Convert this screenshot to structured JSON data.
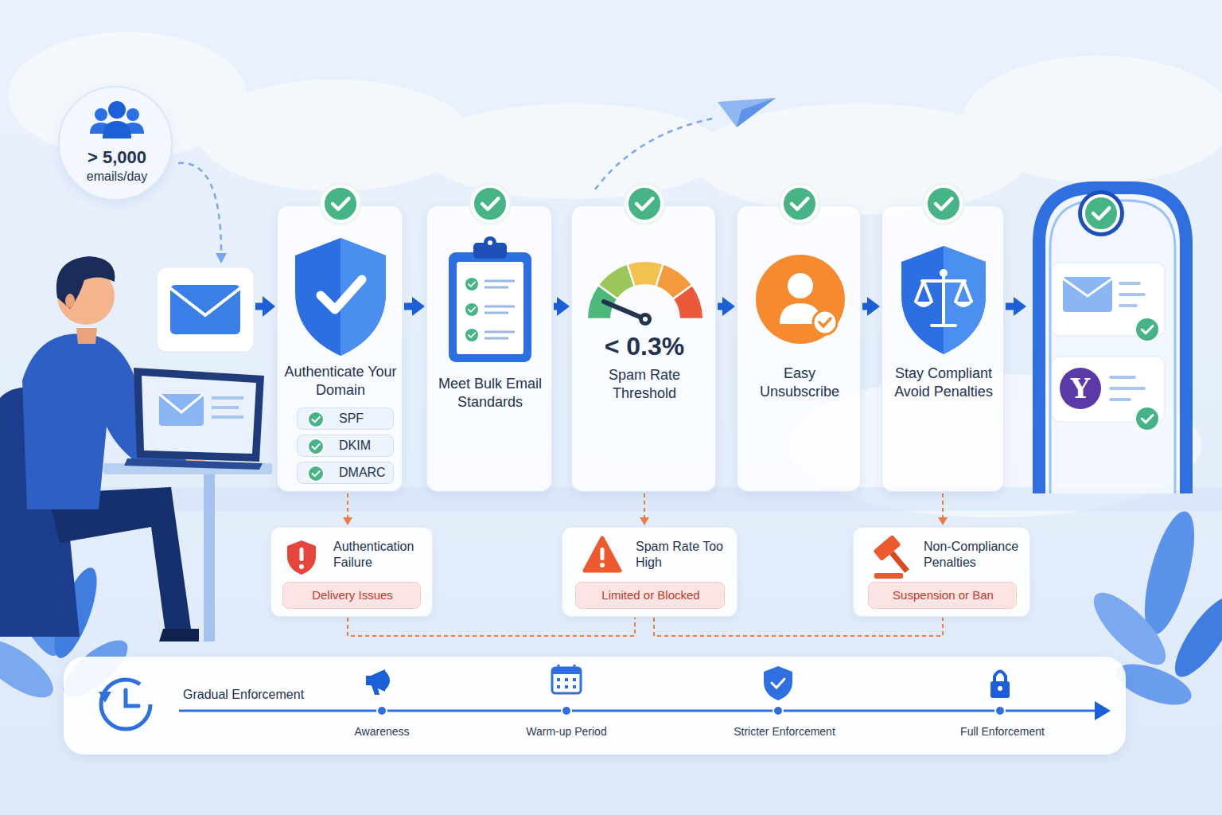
{
  "diagram": {
    "nodes": [
      {
        "text": [
          "> 5,000",
          "emails/day"
        ]
      },
      {
        "text": [
          "Authenticate Your Domain"
        ]
      },
      {
        "text": [
          "SPF"
        ],
        "in": 1
      },
      {
        "text": [
          "DKIM"
        ],
        "in": 1
      },
      {
        "text": [
          "DMARC"
        ],
        "in": 1
      },
      {
        "text": [
          "Meet Bulk Email Standards"
        ]
      },
      {
        "text": [
          "< 0.3%",
          "Spam Rate Threshold"
        ]
      },
      {
        "text": [
          "Easy Unsubscribe"
        ]
      },
      {
        "text": [
          "Stay Compliant Avoid Penalties"
        ]
      },
      {
        "text": [
          "Y"
        ]
      },
      {
        "text": [
          "Authentication Failure"
        ]
      },
      {
        "text": [
          "Delivery Issues"
        ],
        "in": 10
      },
      {
        "text": [
          "Spam Rate Too High"
        ]
      },
      {
        "text": [
          "Limited or Blocked"
        ],
        "in": 12
      },
      {
        "text": [
          "Non-Compliance Penalties"
        ]
      },
      {
        "text": [
          "Suspension or Ban"
        ],
        "in": 14
      },
      {
        "text": [
          "Gradual Enforcement"
        ]
      }
    ],
    "edges": [
      {
        "from": 1,
        "to": 5,
        "arrow": "to"
      },
      {
        "from": 5,
        "to": 6,
        "arrow": "to"
      },
      {
        "from": 6,
        "to": 7,
        "arrow": "to"
      },
      {
        "from": 7,
        "to": 8,
        "arrow": "to"
      },
      {
        "from": 8,
        "to": 9,
        "arrow": "to"
      },
      {
        "from": 1,
        "to": 10,
        "arrow": "to"
      },
      {
        "from": 6,
        "to": 12,
        "arrow": "to"
      },
      {
        "from": 8,
        "to": 14,
        "arrow": "to"
      },
      {
        "from": 10,
        "to": 12,
        "arrow": "none"
      },
      {
        "from": 12,
        "to": 14,
        "arrow": "none"
      }
    ],
    "labels": [
      "Awareness",
      "Warm-up Period",
      "Stricter Enforcement",
      "Full Enforcement"
    ]
  }
}
